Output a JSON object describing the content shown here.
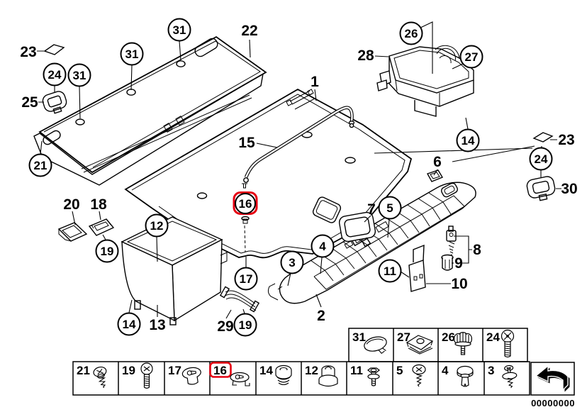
{
  "diagram": {
    "doc_number": "00000000",
    "highlight_color": "#e60012",
    "highlighted_item": "16",
    "callouts": {
      "c23a": {
        "label": "23"
      },
      "c24a": {
        "label": "24"
      },
      "c25": {
        "label": "25"
      },
      "c31a": {
        "label": "31"
      },
      "c31b": {
        "label": "31"
      },
      "c31c": {
        "label": "31"
      },
      "c21": {
        "label": "21"
      },
      "c22": {
        "label": "22"
      },
      "c20": {
        "label": "20"
      },
      "c18": {
        "label": "18"
      },
      "c19a": {
        "label": "19"
      },
      "c12": {
        "label": "12"
      },
      "c14a": {
        "label": "14"
      },
      "c13": {
        "label": "13"
      },
      "c29": {
        "label": "29"
      },
      "c19b": {
        "label": "19"
      },
      "c17": {
        "label": "17"
      },
      "c16": {
        "label": "16"
      },
      "c15": {
        "label": "15"
      },
      "c1": {
        "label": "1"
      },
      "c2": {
        "label": "2"
      },
      "c3": {
        "label": "3"
      },
      "c4": {
        "label": "4"
      },
      "c5": {
        "label": "5"
      },
      "c7": {
        "label": "7"
      },
      "c11": {
        "label": "11"
      },
      "c6": {
        "label": "6"
      },
      "c8": {
        "label": "8"
      },
      "c9": {
        "label": "9"
      },
      "c10": {
        "label": "10"
      },
      "c28": {
        "label": "28"
      },
      "c26": {
        "label": "26"
      },
      "c27": {
        "label": "27"
      },
      "c14b": {
        "label": "14"
      },
      "c23b": {
        "label": "23"
      },
      "c24b": {
        "label": "24"
      },
      "c30": {
        "label": "30"
      }
    }
  },
  "table": {
    "code": "00000000",
    "top": [
      {
        "num": "31",
        "icon": "cover-cap-icon"
      },
      {
        "num": "27",
        "icon": "speed-nut-clip-icon"
      },
      {
        "num": "26",
        "icon": "thumb-screw-icon"
      },
      {
        "num": "24",
        "icon": "phillips-screw-icon"
      }
    ],
    "bottom": [
      {
        "num": "21",
        "icon": "tapping-screw-icon"
      },
      {
        "num": "19",
        "icon": "machine-screw-icon"
      },
      {
        "num": "17",
        "icon": "grommet-icon"
      },
      {
        "num": "16",
        "icon": "expanding-clip-icon",
        "highlighted": true
      },
      {
        "num": "14",
        "icon": "plug-grommet-icon"
      },
      {
        "num": "12",
        "icon": "sleeve-nut-icon"
      },
      {
        "num": "11",
        "icon": "hex-screw-icon"
      },
      {
        "num": "5",
        "icon": "pan-head-screw-icon"
      },
      {
        "num": "4",
        "icon": "expansion-rivet-icon"
      },
      {
        "num": "3",
        "icon": "washer-screw-icon"
      }
    ],
    "nav_arrow_icon": "back-arrow-icon"
  }
}
